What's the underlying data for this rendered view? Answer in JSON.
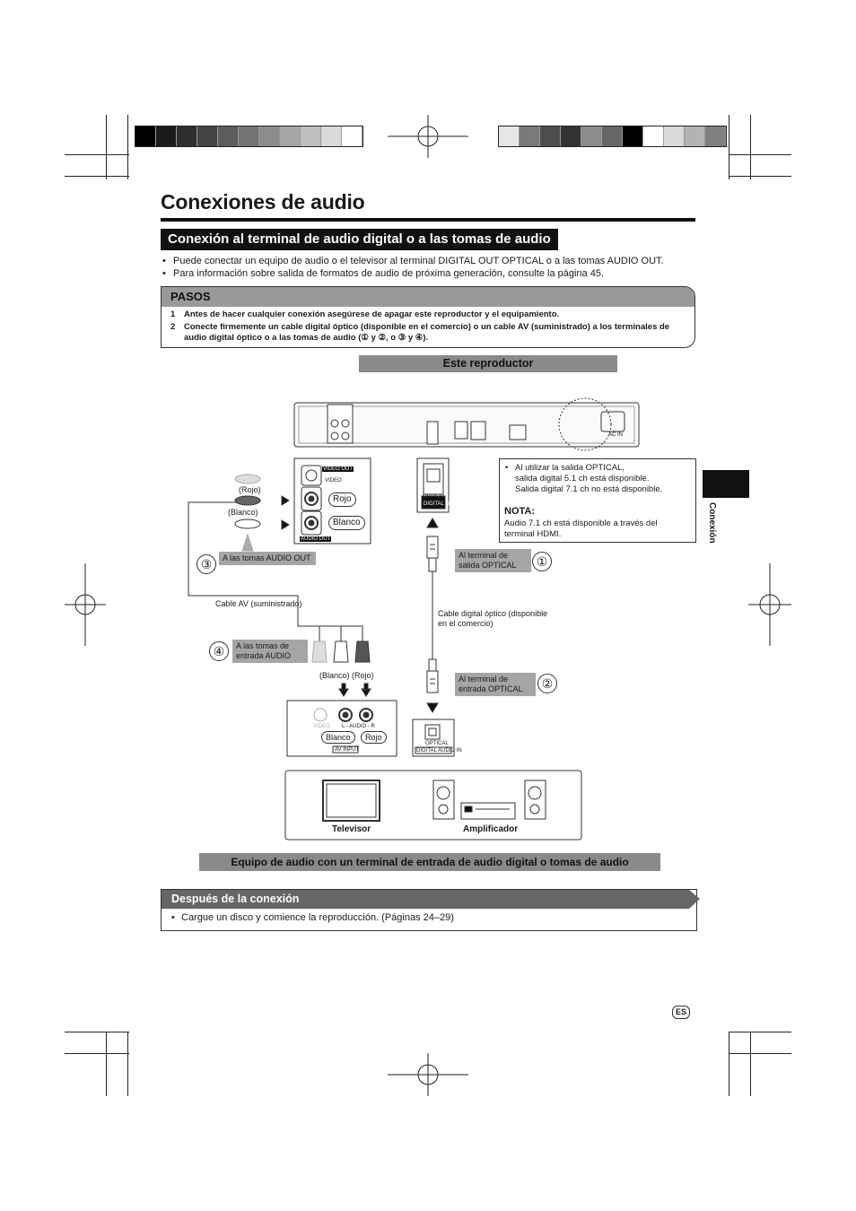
{
  "page": {
    "title": "Conexiones de audio",
    "subtitle": "Conexión al terminal de audio digital o a las tomas de audio",
    "bullets": [
      "Puede conectar un equipo de audio o el televisor al terminal DIGITAL OUT OPTICAL o a las tomas AUDIO OUT.",
      "Para información sobre salida de formatos de audio de próxima generación, consulte la página 45."
    ],
    "side_tab_label": "Conexión",
    "lang_badge": "ES"
  },
  "pasos": {
    "heading": "PASOS",
    "steps": [
      {
        "num": "1",
        "text": "Antes de hacer cualquier conexión asegúrese de apagar este reproductor y el equipamiento."
      },
      {
        "num": "2",
        "text": "Conecte firmemente un cable digital óptico (disponible en el comercio) o un cable AV (suministrado) a los terminales de audio digital óptico o a las tomas de audio (① y ②, o ③ y ④)."
      }
    ]
  },
  "diagram": {
    "player_label": "Este reproductor",
    "jack_labels": {
      "video_out": "VIDEO OUT",
      "video": "VIDEO",
      "audio_out": "AUDIO OUT",
      "optical": "OPTICAL",
      "digital_out": "DIGITAL OUT",
      "ac_in": "AC IN"
    },
    "colors": {
      "rojo": "(Rojo)",
      "blanco": "(Blanco)",
      "rojo_pill": "Rojo",
      "blanco_pill": "Blanco"
    },
    "labels": {
      "to_audio_out": "A las tomas AUDIO OUT",
      "cable_av": "Cable AV (suministrado)",
      "to_audio_in": "A las tomas de entrada AUDIO",
      "blanco_rojo": "(Blanco) (Rojo)",
      "to_optical_out": "Al terminal de salida OPTICAL",
      "cable_optical": "Cable digital óptico (disponible en el comercio)",
      "to_optical_in": "Al terminal de entrada OPTICAL",
      "video_small": "VIDEO",
      "l_audio_r": "L - AUDIO - R",
      "av_input": "AV INPUT",
      "optical_small": "OPTICAL",
      "digital_audio_in": "DIGITAL AUDIO IN",
      "tv": "Televisor",
      "amp": "Amplificador"
    },
    "markers": {
      "one": "①",
      "two": "②",
      "three": "③",
      "four": "④"
    },
    "note": {
      "bullet_line1": "Al utilizar la salida OPTICAL,",
      "bullet_line2": "salida digital 5.1 ch está disponible.",
      "bullet_line3": "Salida digital 7.1 ch no está disponible.",
      "heading": "NOTA:",
      "text": "Audio 7.1 ch está disponible a través del terminal HDMI."
    },
    "bottom_caption": "Equipo de audio con un terminal de entrada de audio digital o tomas de audio"
  },
  "after": {
    "heading": "Después de la conexión",
    "item": "Cargue un disco y comience la reproducción. (Páginas 24–29)"
  },
  "print_bars": {
    "left": [
      "#000000",
      "#1a1a1a",
      "#2e2e2e",
      "#444444",
      "#5c5c5c",
      "#737373",
      "#8c8c8c",
      "#a6a6a6",
      "#bfbfbf",
      "#d9d9d9",
      "#ffffff"
    ],
    "right": [
      "#e6e6e6",
      "#7a7a7a",
      "#4d4d4d",
      "#333333",
      "#8c8c8c",
      "#666666",
      "#000000",
      "#ffffff",
      "#d9d9d9",
      "#b3b3b3",
      "#808080"
    ]
  }
}
